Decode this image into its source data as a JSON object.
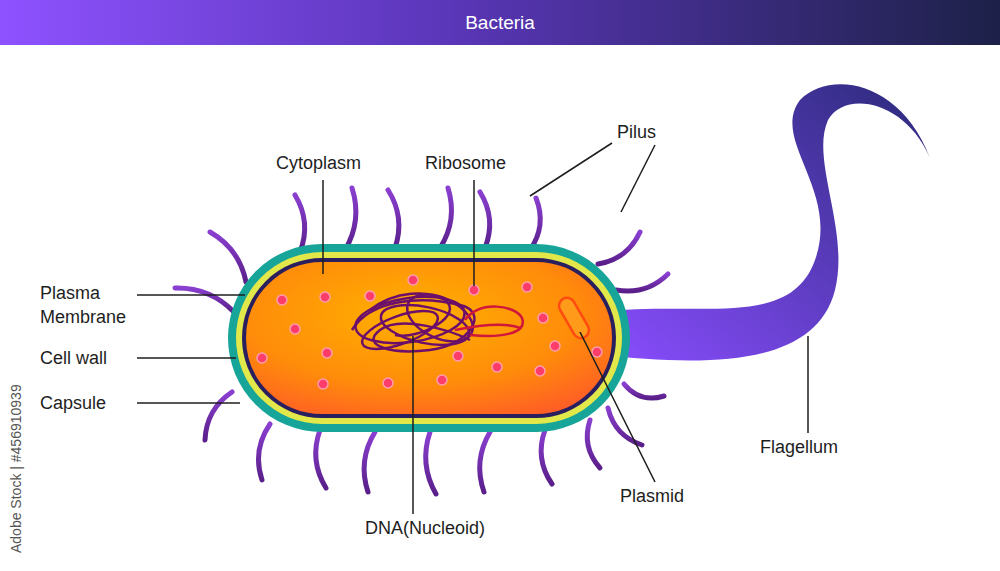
{
  "diagram": {
    "title": "Bacteria",
    "labels": [
      "Pilus",
      "Cytoplasm",
      "Ribosome",
      "Plasma Membrane",
      "Cell wall",
      "Capsule",
      "DNA(Nucleoid)",
      "Plasmid",
      "Flagellum",
      "Adobe Stock | #456910939"
    ]
  }
}
